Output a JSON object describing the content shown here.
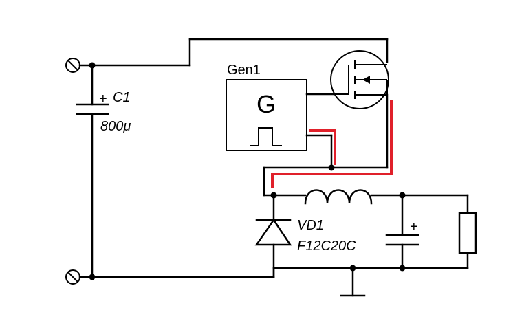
{
  "components": {
    "capacitor_c1": {
      "ref": "C1",
      "value": "800μ",
      "polarity": "+"
    },
    "generator": {
      "ref": "Gen1",
      "symbol": "G"
    },
    "diode": {
      "ref": "VD1",
      "part": "F12C20C"
    },
    "output_capacitor": {
      "polarity": "+"
    },
    "mosfet": {
      "icon": "n-channel-mosfet-icon"
    },
    "inductor": {
      "icon": "inductor-icon"
    },
    "load_resistor": {
      "icon": "resistor-icon"
    }
  },
  "colors": {
    "wire": "#000000",
    "highlight_wire": "#e0202a",
    "background": "#ffffff"
  }
}
